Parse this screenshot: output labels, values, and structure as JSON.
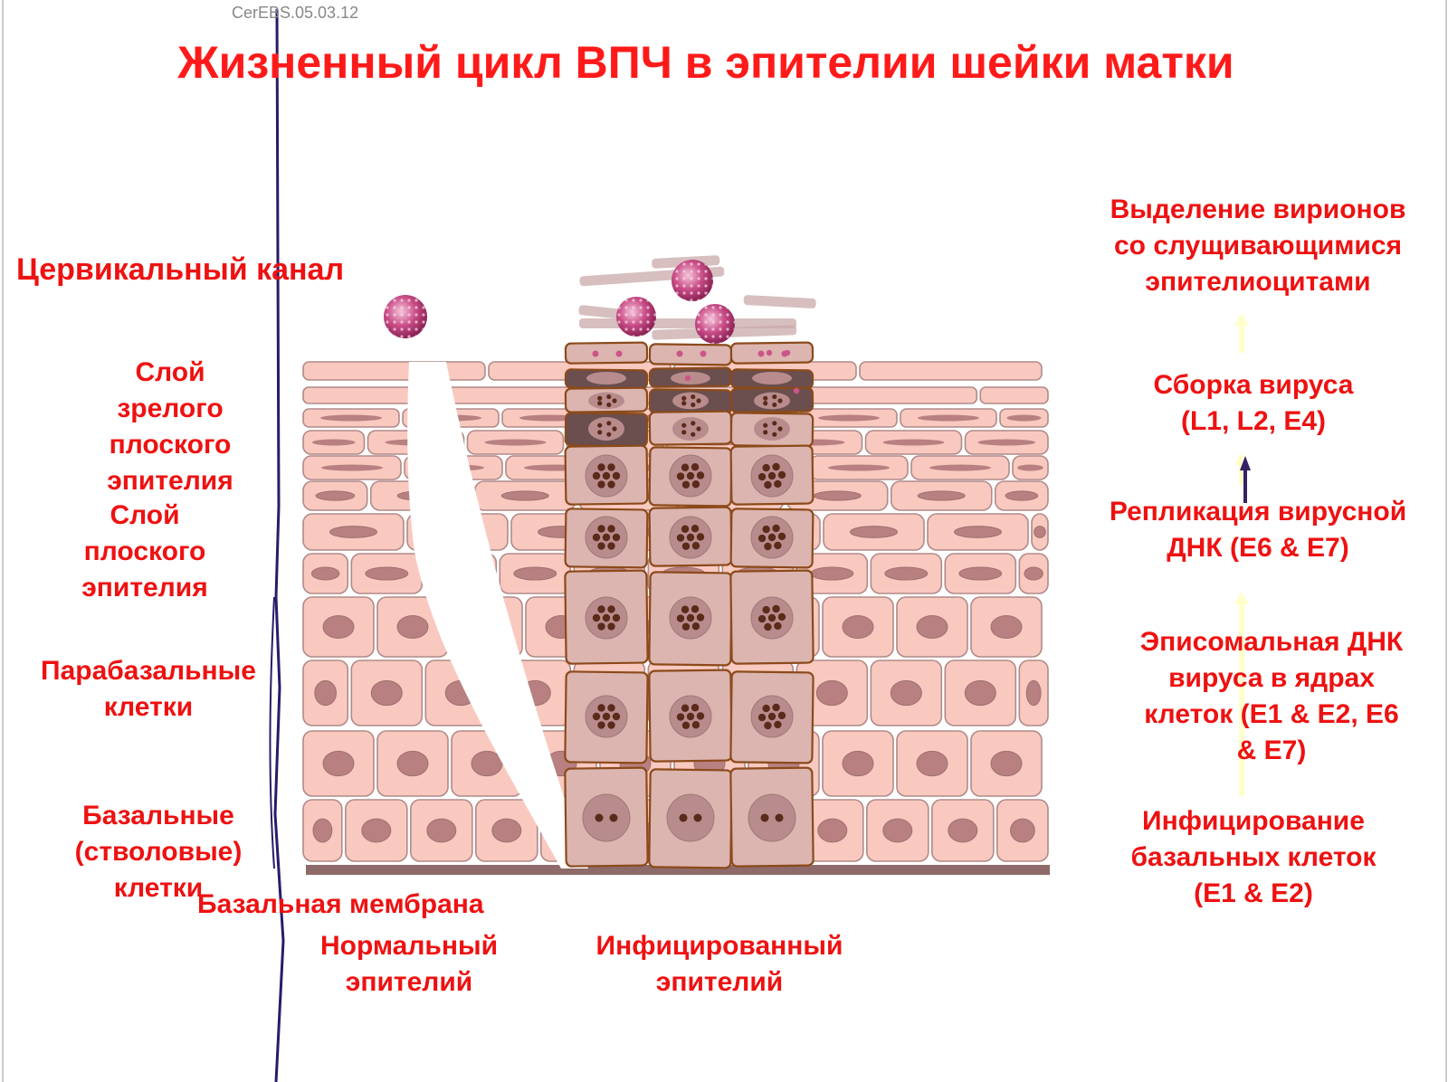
{
  "slide_code": "CerEBS.05.03.12",
  "title": "Жизненный цикл ВПЧ в эпителии шейки матки",
  "left_labels": {
    "cervical_canal": "Цервикальный канал",
    "mature_squamous": [
      "Слой",
      "зрелого",
      "плоского",
      "эпителия"
    ],
    "squamous": [
      "Слой",
      "плоского",
      "эпителия"
    ],
    "parabasal": [
      "Парабазальные",
      "клетки"
    ],
    "basal": [
      "Базальные",
      "(стволовые)",
      "клетки"
    ]
  },
  "bottom_labels": {
    "basement_membrane": "Базальная мембрана",
    "normal_epithelium": [
      "Нормальный",
      "эпителий"
    ],
    "infected_epithelium": [
      "Инфицированный",
      "эпителий"
    ]
  },
  "right_stages": {
    "virion_release": [
      "Выделение вирионов",
      "со слущивающимися",
      "эпителиоцитами"
    ],
    "assembly": [
      "Сборка вируса",
      "(L1, L2, E4)"
    ],
    "replication": [
      "Репликация вирусной",
      "ДНК (E6 & E7)"
    ],
    "episomal": [
      "Эписомальная ДНК",
      "вируса в ядрах",
      "клеток (E1 & E2, E6",
      "& E7)"
    ],
    "infection": [
      "Инфицирование",
      "базальных клеток",
      "(E1 & E2)"
    ]
  },
  "colors": {
    "label_red": "#ee1111",
    "normal_cell": "#f9c9c0",
    "normal_border": "#b08a88",
    "normal_nucleus": "#b88080",
    "infected_cell": "#dcb5b0",
    "infected_border": "#8b4a1a",
    "infected_nucleus": "#b88c8c",
    "viral_dot": "#5a2a1a",
    "dark_cell": "#6b4e4e",
    "membrane": "#8f6a6a",
    "virion": "#cc5588",
    "arrow": "#ffffcc",
    "guide_line": "#2a1a6a"
  },
  "icons": {
    "virion": "virion-icon",
    "arrow": "arrow-up-icon"
  }
}
